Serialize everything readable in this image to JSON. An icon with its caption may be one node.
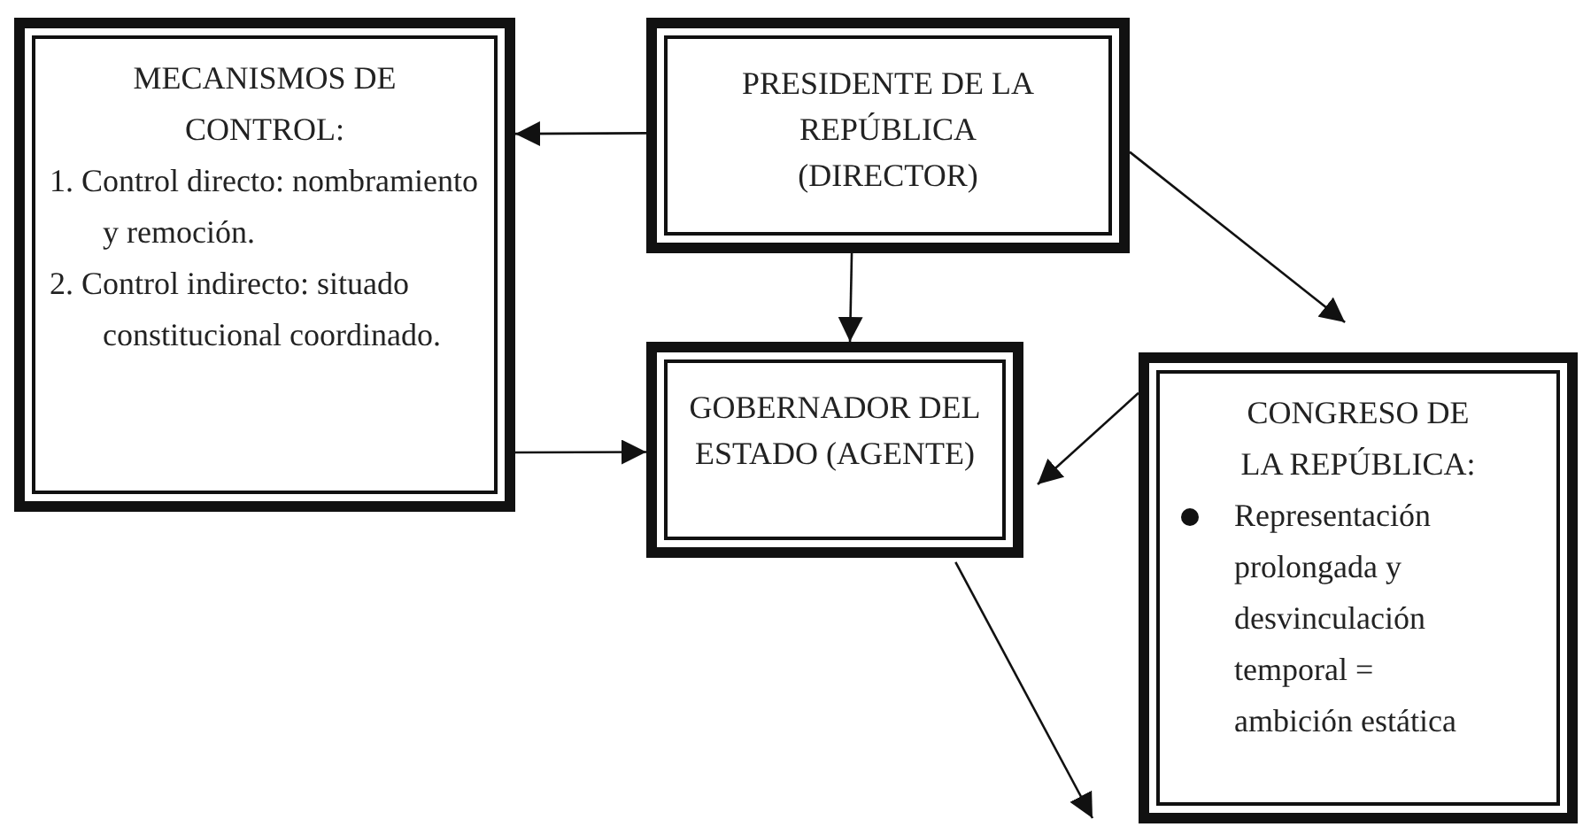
{
  "diagram": {
    "nodes": [
      {
        "text": [
          "MECANISMOS DE CONTROL:",
          "1. Control directo: nombramiento y remoción.",
          "2. Control indirecto: situado constitucional coordinado."
        ]
      },
      {
        "text": [
          "PRESIDENTE DE LA REPÚBLICA (DIRECTOR)"
        ]
      },
      {
        "text": [
          "GOBERNADOR DEL ESTADO (AGENTE)"
        ]
      },
      {
        "text": [
          "CONGRESO DE LA REPÚBLICA:",
          "Representación prolongada y desvinculación temporal = ambición estática"
        ]
      }
    ],
    "edges": [
      {
        "from": 1,
        "to": 0,
        "arrow": "to"
      },
      {
        "from": 1,
        "to": 2,
        "arrow": "to"
      },
      {
        "from": 0,
        "to": 2,
        "arrow": "to"
      },
      {
        "from": 3,
        "to": 2,
        "arrow": "to"
      },
      {
        "from": 1,
        "to": 3,
        "arrow": "to"
      },
      {
        "from": 2,
        "to": null,
        "arrow": "to"
      }
    ]
  }
}
